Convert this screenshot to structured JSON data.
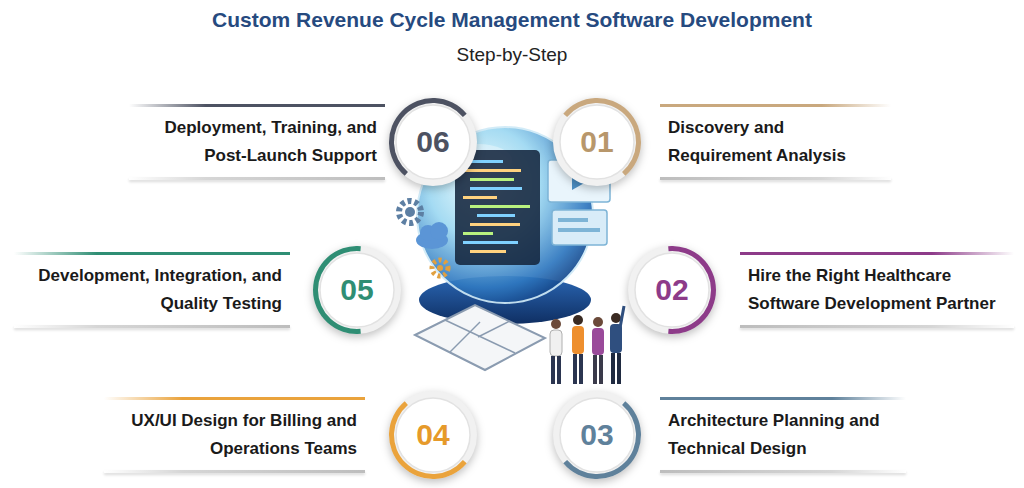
{
  "diagram": {
    "title": "Custom Revenue Cycle Management Software Development",
    "nodes": [
      {
        "text": [
          "01",
          "Discovery and Requirement Analysis"
        ]
      },
      {
        "text": [
          "02",
          "Hire the Right Healthcare Software Development Partner"
        ]
      },
      {
        "text": [
          "03",
          "Architecture Planning and Technical Design"
        ]
      },
      {
        "text": [
          "04",
          "UX/UI Design for Billing and Operations Teams"
        ]
      },
      {
        "text": [
          "05",
          "Development, Integration, and Quality Testing"
        ]
      },
      {
        "text": [
          "06",
          "Deployment, Training, and Post-Launch Support"
        ]
      }
    ],
    "labels": [
      "Step-by-Step"
    ]
  }
}
